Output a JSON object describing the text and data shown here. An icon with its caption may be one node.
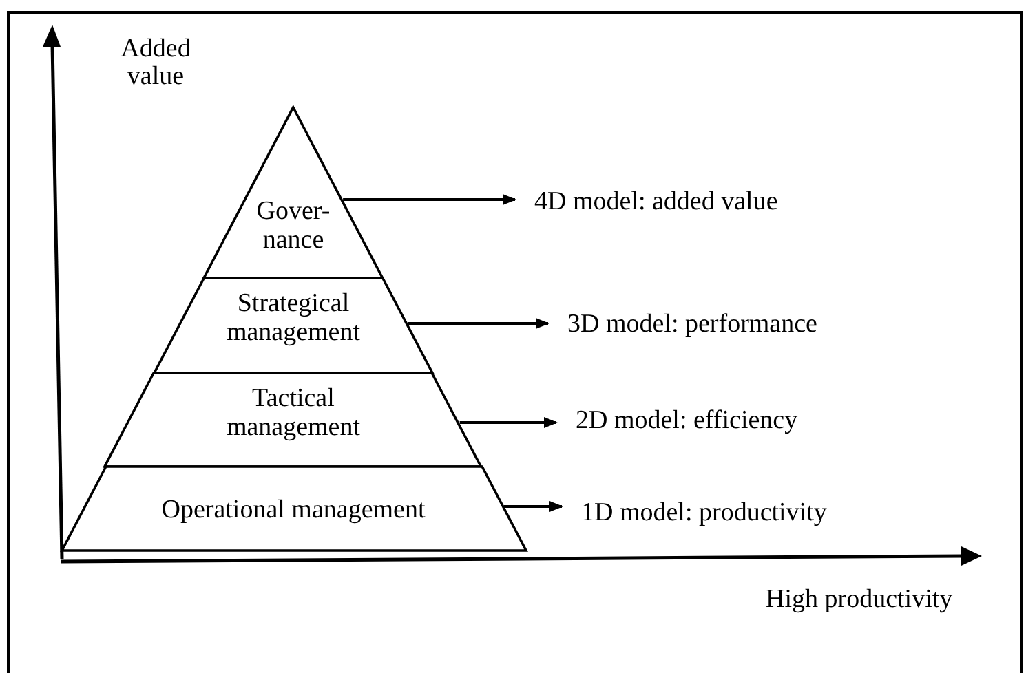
{
  "diagram": {
    "nodes": [
      {
        "text": [
          "Gover- nance"
        ]
      },
      {
        "text": [
          "Strategical management"
        ]
      },
      {
        "text": [
          "Tactical management"
        ]
      },
      {
        "text": [
          "Operational management"
        ]
      },
      {
        "text": [
          "4D model: added value"
        ]
      },
      {
        "text": [
          "3D model: performance"
        ]
      },
      {
        "text": [
          "2D model: efficiency"
        ]
      },
      {
        "text": [
          "1D model: productivity"
        ]
      }
    ],
    "edges": [
      {
        "from": 0,
        "to": 4,
        "arrow": "to"
      },
      {
        "from": 1,
        "to": 5,
        "arrow": "to"
      },
      {
        "from": 2,
        "to": 6,
        "arrow": "to"
      },
      {
        "from": 3,
        "to": 7,
        "arrow": "to"
      }
    ],
    "labels": [
      "Added value",
      "High productivity"
    ]
  }
}
